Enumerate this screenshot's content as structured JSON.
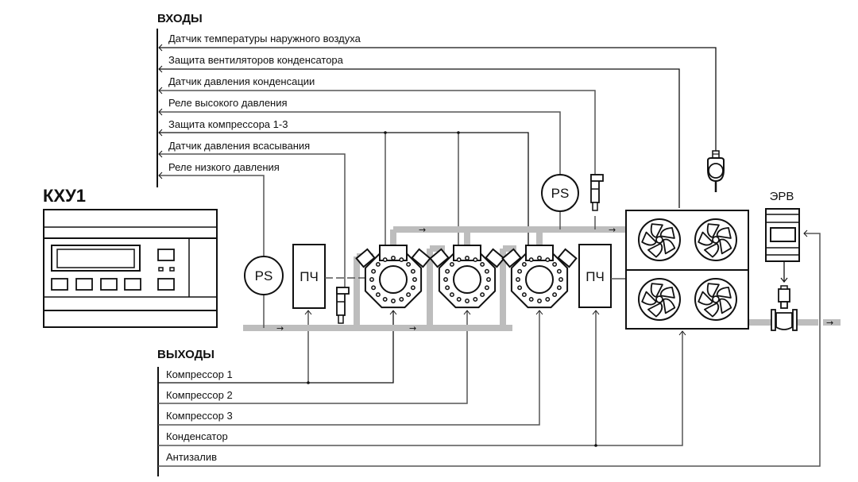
{
  "diagram": {
    "controller_title": "КХУ1",
    "inputs_header": "ВХОДЫ",
    "outputs_header": "ВЫХОДЫ",
    "inputs": [
      "Датчик температуры наружного воздуха",
      "Защита вентиляторов конденсатора",
      "Датчик давления конденсации",
      "Реле высокого давления",
      "Защита компрессора 1-3",
      "Датчик давления всасывания",
      "Реле низкого давления"
    ],
    "outputs": [
      "Компрессор 1",
      "Компрессор 2",
      "Компрессор 3",
      "Конденсатор",
      "Антизалив"
    ],
    "components": {
      "pressure_switch_label": "PS",
      "frequency_converter_label": "ПЧ",
      "exv_label": "ЭРВ",
      "flow_arrow": "→"
    },
    "colors": {
      "pipe": "#bdbdbd",
      "wire": "#555555",
      "outline": "#111111"
    }
  }
}
